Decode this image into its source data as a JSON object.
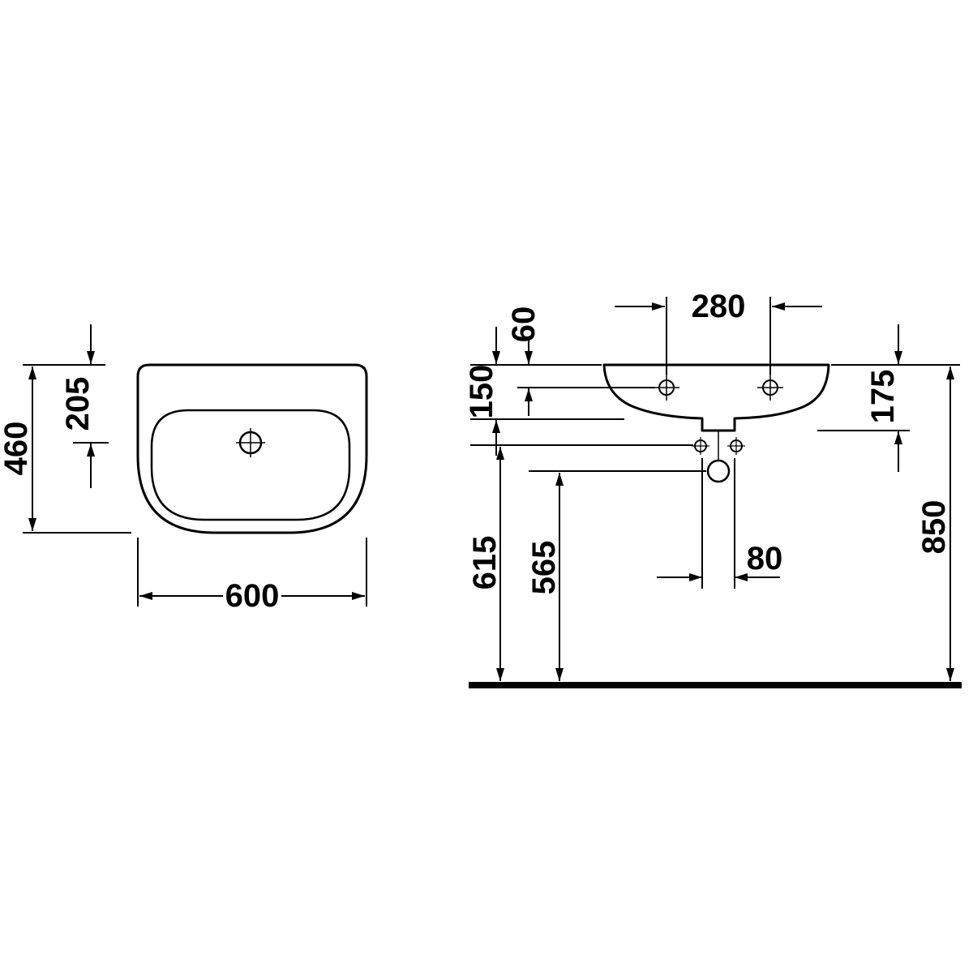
{
  "drawing": {
    "subject": "wall-mounted washbasin dimension drawing, top view and front view",
    "units": "mm",
    "colors": {
      "line": "#000000",
      "background": "#ffffff"
    },
    "top_view": {
      "depth": "460",
      "tap_offset": "205",
      "width": "600"
    },
    "front_view": {
      "tap_spacing": "280",
      "rim_to_taps": "60",
      "rim_to_edge": "150",
      "rim_to_outlet": "175",
      "fixing_height": "615",
      "drain_height": "565",
      "outlet_width": "80",
      "rim_height": "850"
    }
  }
}
